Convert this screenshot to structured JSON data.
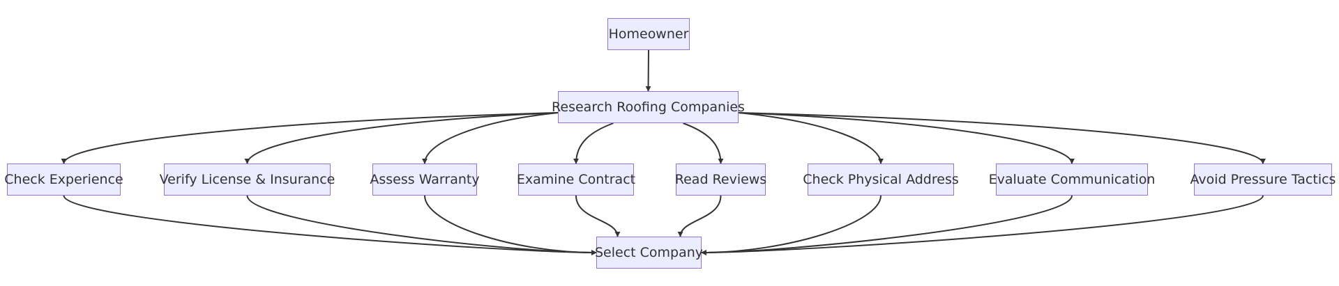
{
  "diagram": {
    "type": "flowchart",
    "direction": "top-down",
    "colors": {
      "node_fill": "#ECECFF",
      "node_border": "#9370DB",
      "edge": "#333333",
      "text": "#333333"
    },
    "nodes": {
      "homeowner": {
        "label": "Homeowner"
      },
      "research": {
        "label": "Research Roofing Companies"
      },
      "experience": {
        "label": "Check Experience"
      },
      "license": {
        "label": "Verify License & Insurance"
      },
      "warranty": {
        "label": "Assess Warranty"
      },
      "contract": {
        "label": "Examine Contract"
      },
      "reviews": {
        "label": "Read Reviews"
      },
      "address": {
        "label": "Check Physical Address"
      },
      "communication": {
        "label": "Evaluate Communication"
      },
      "pressure": {
        "label": "Avoid Pressure Tactics"
      },
      "select": {
        "label": "Select Company"
      }
    },
    "edges": [
      {
        "from": "homeowner",
        "to": "research"
      },
      {
        "from": "research",
        "to": "experience"
      },
      {
        "from": "research",
        "to": "license"
      },
      {
        "from": "research",
        "to": "warranty"
      },
      {
        "from": "research",
        "to": "contract"
      },
      {
        "from": "research",
        "to": "reviews"
      },
      {
        "from": "research",
        "to": "address"
      },
      {
        "from": "research",
        "to": "communication"
      },
      {
        "from": "research",
        "to": "pressure"
      },
      {
        "from": "experience",
        "to": "select"
      },
      {
        "from": "license",
        "to": "select"
      },
      {
        "from": "warranty",
        "to": "select"
      },
      {
        "from": "contract",
        "to": "select"
      },
      {
        "from": "reviews",
        "to": "select"
      },
      {
        "from": "address",
        "to": "select"
      },
      {
        "from": "communication",
        "to": "select"
      },
      {
        "from": "pressure",
        "to": "select"
      }
    ]
  }
}
